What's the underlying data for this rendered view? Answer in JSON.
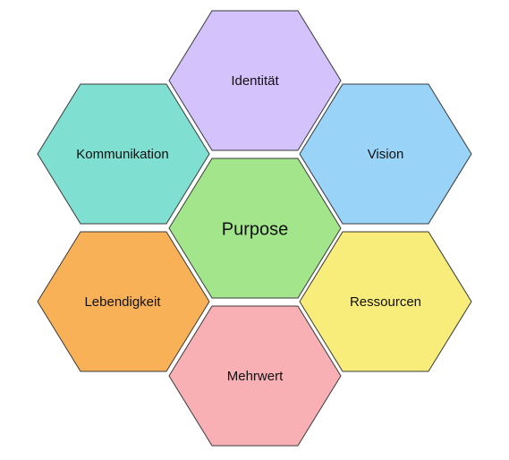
{
  "diagram": {
    "center": {
      "label": "Purpose",
      "color": "#a2e58a"
    },
    "top": {
      "label": "Identität",
      "color": "#d3c2fb"
    },
    "upper_left": {
      "label": "Kommunikation",
      "color": "#7fe0d2"
    },
    "upper_right": {
      "label": "Vision",
      "color": "#99d3f7"
    },
    "lower_left": {
      "label": "Lebendigkeit",
      "color": "#f9b157"
    },
    "lower_right": {
      "label": "Ressourcen",
      "color": "#f8ec7a"
    },
    "bottom": {
      "label": "Mehrwert",
      "color": "#f9b0b4"
    },
    "stroke_color": "#3a3a3a"
  }
}
